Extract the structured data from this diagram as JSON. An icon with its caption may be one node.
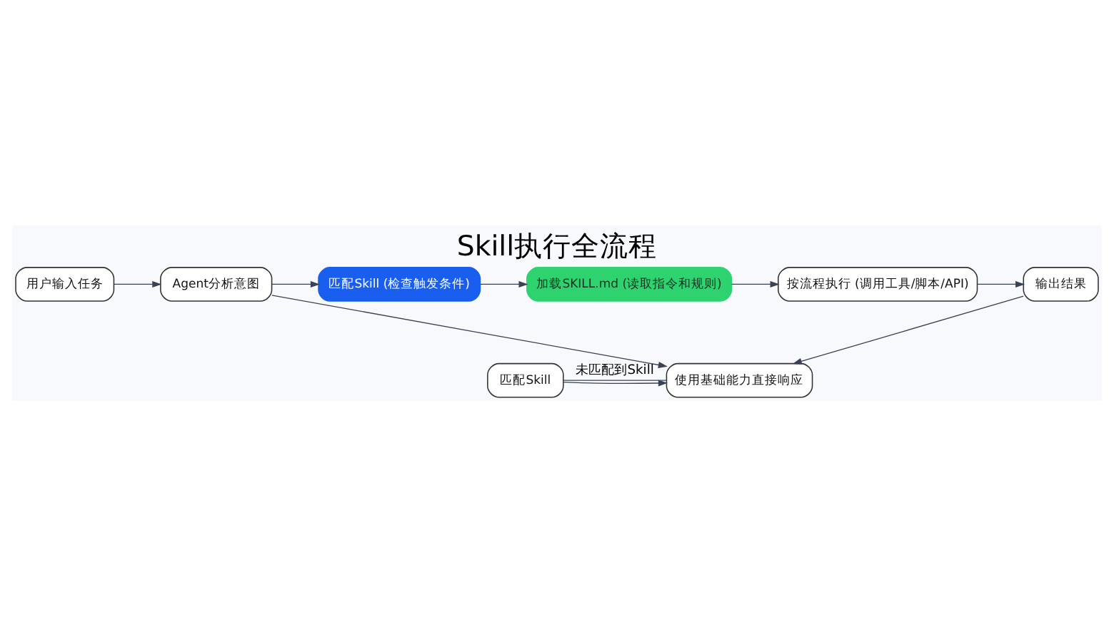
{
  "diagram": {
    "title": "Skill执行全流程",
    "nodes": [
      {
        "text": [
          "用户输入任务"
        ]
      },
      {
        "text": [
          "Agent分析意图"
        ]
      },
      {
        "text": [
          "匹配Skill (检查触发条件)"
        ]
      },
      {
        "text": [
          "加载SKILL.md (读取指令和规则)"
        ]
      },
      {
        "text": [
          "按流程执行 (调用工具/脚本/API)"
        ]
      },
      {
        "text": [
          "输出结果"
        ]
      },
      {
        "text": [
          "匹配Skill"
        ]
      },
      {
        "text": [
          "使用基础能力直接响应"
        ]
      }
    ],
    "edges": [
      {
        "from": 0,
        "to": 1,
        "arrow": "to"
      },
      {
        "from": 1,
        "to": 2,
        "arrow": "to"
      },
      {
        "from": 2,
        "to": 3,
        "arrow": "to"
      },
      {
        "from": 3,
        "to": 4,
        "arrow": "to"
      },
      {
        "from": 4,
        "to": 5,
        "arrow": "to"
      },
      {
        "from": 1,
        "to": 7,
        "arrow": "to"
      },
      {
        "from": 5,
        "to": 7,
        "arrow": "to"
      },
      {
        "from": 6,
        "to": 7,
        "arrow": "to"
      },
      {
        "from": 6,
        "to": 7,
        "arrow": "none",
        "label": "未匹配到Skill"
      }
    ]
  }
}
